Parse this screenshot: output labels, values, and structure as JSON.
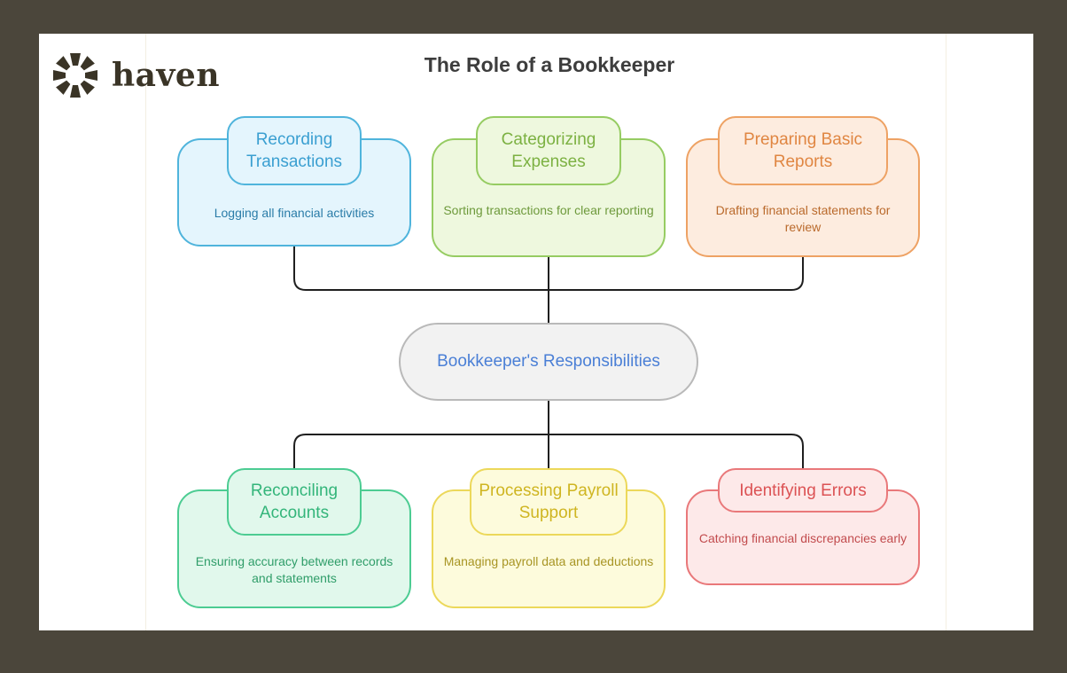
{
  "brand": {
    "name": "haven",
    "logo_icon": "haven-flower-icon",
    "color": "#3a3426"
  },
  "title": "The Role of a Bookkeeper",
  "hub": {
    "label": "Bookkeeper's Responsibilities",
    "color": "#4a7fd6"
  },
  "top_cards": [
    {
      "title": "Recording Transactions",
      "description": "Logging all financial activities",
      "color": "#4fb4dc"
    },
    {
      "title": "Categorizing Expenses",
      "description": "Sorting transactions for clear reporting",
      "color": "#96cc62"
    },
    {
      "title": "Preparing Basic Reports",
      "description": "Drafting financial statements for review",
      "color": "#eea264"
    }
  ],
  "bottom_cards": [
    {
      "title": "Reconciling Accounts",
      "description": "Ensuring accuracy between records and statements",
      "color": "#4ccc92"
    },
    {
      "title": "Processing Payroll Support",
      "description": "Managing payroll data and deductions",
      "color": "#ecd85a"
    },
    {
      "title": "Identifying Errors",
      "description": "Catching financial discrepancies early",
      "color": "#e9787a"
    }
  ]
}
